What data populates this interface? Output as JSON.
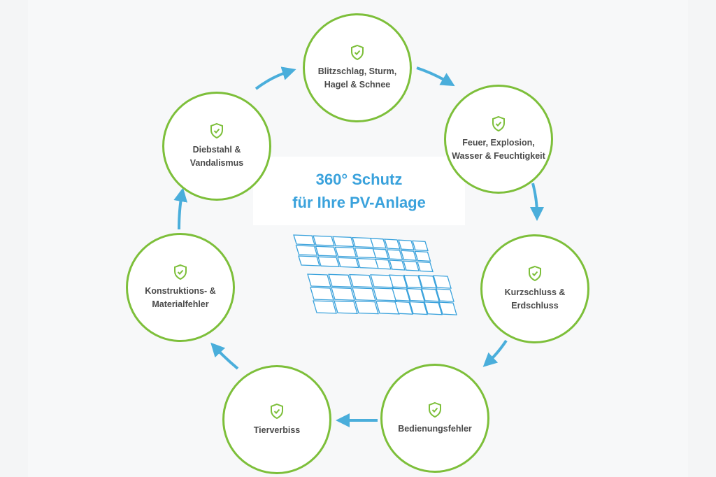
{
  "title": {
    "line1": "360° Schutz",
    "line2": "für Ihre PV-Anlage"
  },
  "risks": [
    {
      "label": "Blitzschlag, Sturm,\nHagel & Schnee",
      "icon": "shield-check-icon"
    },
    {
      "label": "Feuer, Explosion,\nWasser & Feuchtigkeit",
      "icon": "shield-check-icon"
    },
    {
      "label": "Kurzschluss &\nErdschluss",
      "icon": "shield-check-icon"
    },
    {
      "label": "Bedienungsfehler",
      "icon": "shield-check-icon"
    },
    {
      "label": "Tierverbiss",
      "icon": "shield-check-icon"
    },
    {
      "label": "Konstruktions- &\nMaterialfehler",
      "icon": "shield-check-icon"
    },
    {
      "label": "Diebstahl &\nVandalismus",
      "icon": "shield-check-icon"
    }
  ],
  "colors": {
    "circle_border": "#7dbf3a",
    "arrow": "#4aaedb",
    "title": "#3aa2dc",
    "text": "#4a4a4a"
  }
}
